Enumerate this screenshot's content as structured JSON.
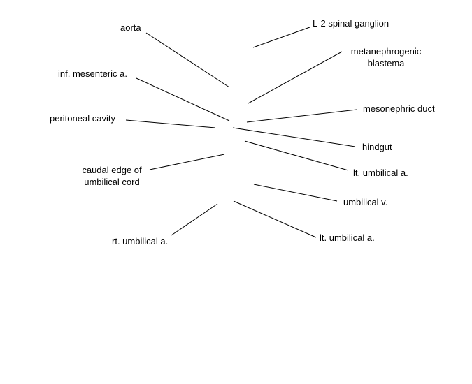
{
  "diagram": {
    "labels": {
      "aorta": "aorta",
      "inf_mesenteric_a": "inf. mesenteric a.",
      "peritoneal_cavity": "peritoneal cavity",
      "caudal_edge_line1": "caudal edge of",
      "caudal_edge_line2": "umbilical cord",
      "rt_umbilical_a": "rt. umbilical a.",
      "l2_spinal_ganglion": "L-2 spinal ganglion",
      "metanephrogenic_line1": "metanephrogenic",
      "metanephrogenic_line2": "blastema",
      "mesonephric_duct": "mesonephric duct",
      "hindgut": "hindgut",
      "lt_umbilical_a_upper": "lt. umbilical a.",
      "umbilical_v": "umbilical v.",
      "lt_umbilical_a_lower": "lt. umbilical a."
    },
    "colors": {
      "background": "#ffffff",
      "ink": "#000000"
    }
  }
}
